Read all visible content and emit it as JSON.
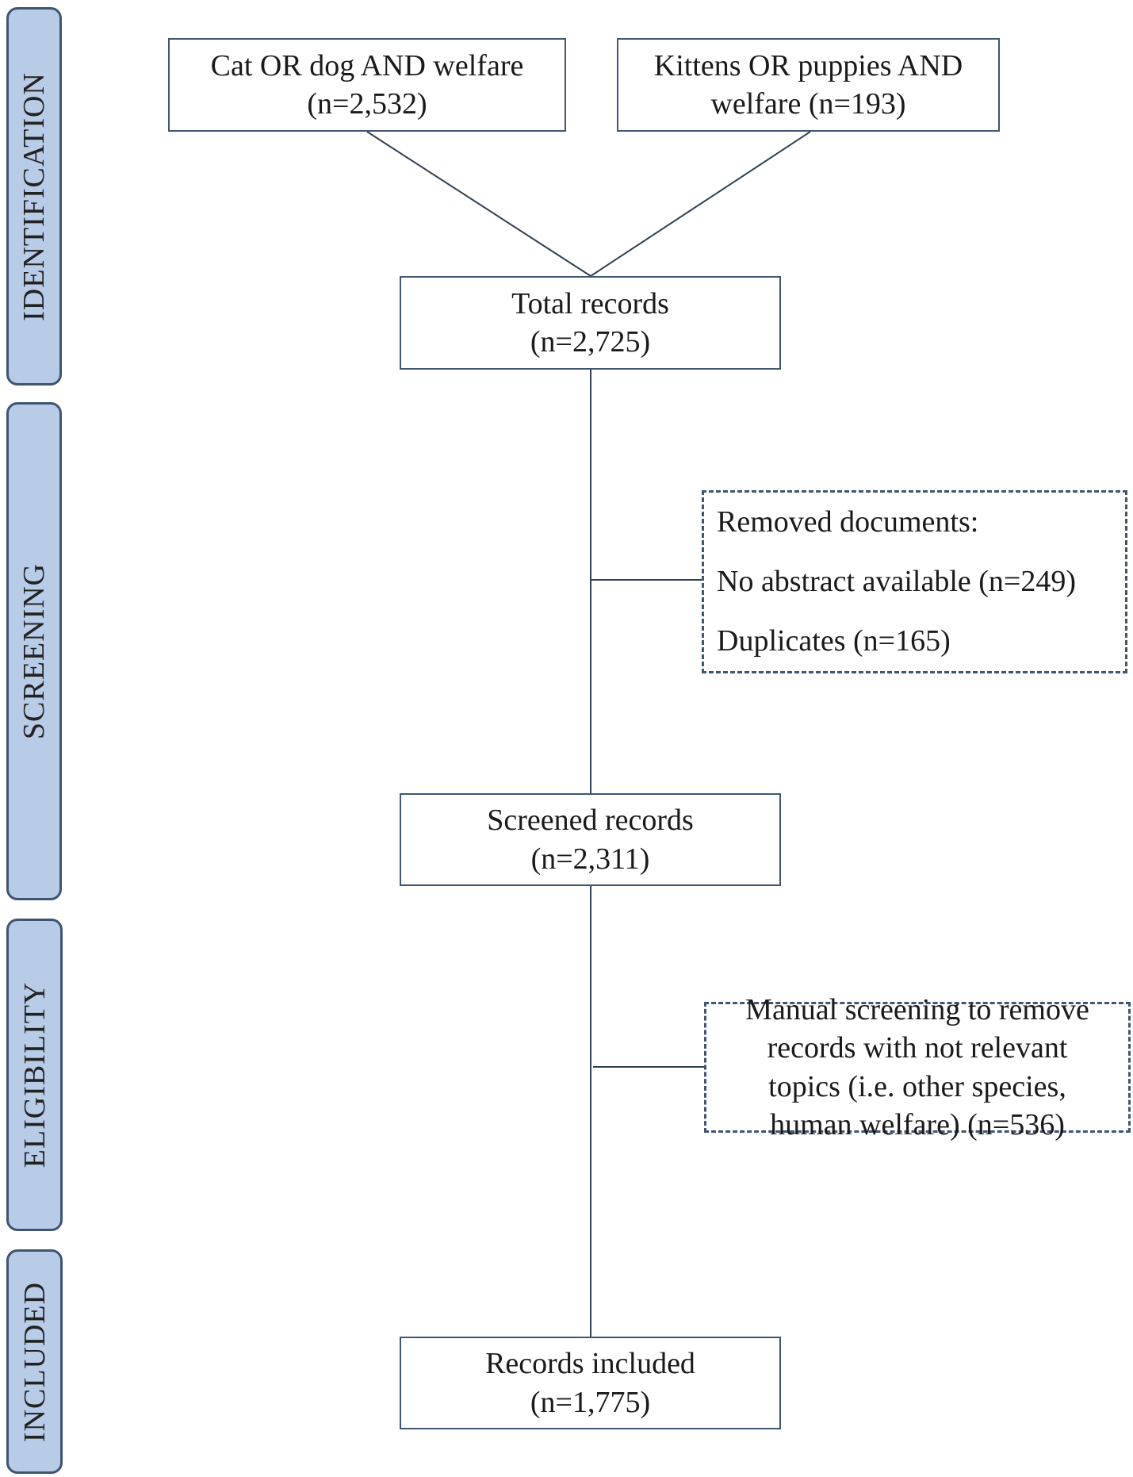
{
  "phases": {
    "identification": "IDENTIFICATION",
    "screening": "SCREENING",
    "eligibility": "ELIGIBILITY",
    "included": "INCLUDED"
  },
  "boxes": {
    "search_cat_dog": {
      "line1": "Cat OR dog AND welfare",
      "line2": "(n=2,532)"
    },
    "search_kittens_puppies": {
      "line1": "Kittens OR puppies AND",
      "line2": "welfare (n=193)"
    },
    "total_records": {
      "line1": "Total records",
      "line2": "(n=2,725)"
    },
    "removed_documents": {
      "line1": "Removed documents:",
      "line2": "No abstract available (n=249)",
      "line3": "Duplicates (n=165)"
    },
    "screened_records": {
      "line1": "Screened records",
      "line2": "(n=2,311)"
    },
    "manual_screening": {
      "line1": "Manual screening to remove",
      "line2": "records with not relevant",
      "line3": "topics (i.e. other species,",
      "line4": "human welfare) (n=536)"
    },
    "records_included": {
      "line1": "Records included",
      "line2": "(n=1,775)"
    }
  },
  "colors": {
    "phase_fill": "#b8cbe7",
    "phase_border": "#3d5573",
    "box_border": "#3f5673",
    "connector": "#2f3f55"
  }
}
